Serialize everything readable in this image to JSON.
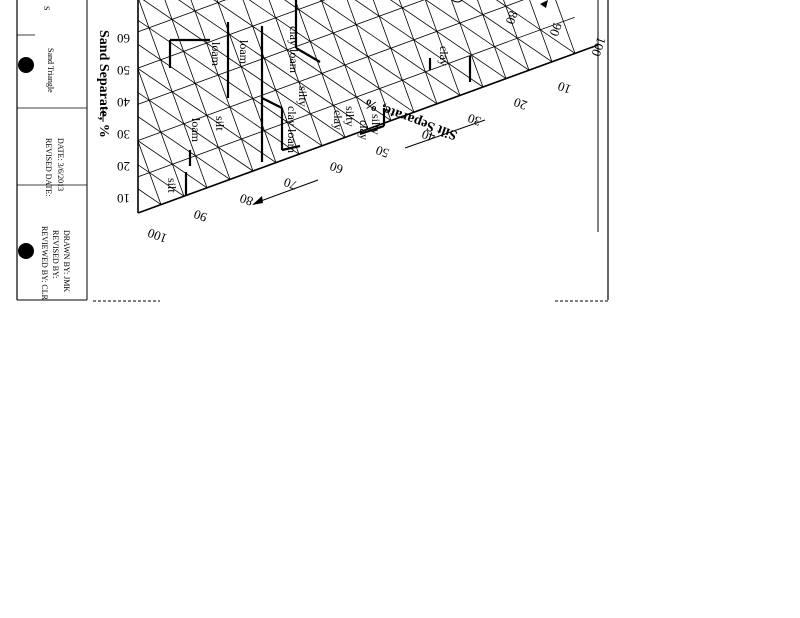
{
  "titleblock": {
    "top_fragment": "S",
    "title": "Sand Triangle",
    "date_line": "DATE: 3/6/2013",
    "revised_date_line": "REVISED DATE:",
    "drawn_by": "DRAWN BY: JMK",
    "revised_by": "REVISED BY:",
    "reviewed_by": "REVIEWED BY: CLR"
  },
  "axes": {
    "sand": {
      "label": "Sand Separate, %",
      "ticks": [
        "10",
        "20",
        "30",
        "40",
        "50",
        "60"
      ]
    },
    "silt": {
      "label": "Silt Separate, %",
      "ticks": [
        "100",
        "90",
        "80",
        "70",
        "60",
        "50",
        "40",
        "30",
        "20",
        "10"
      ]
    },
    "clay": {
      "ticks": [
        "80",
        "90",
        "100"
      ]
    }
  },
  "texture_classes": {
    "loam_upper": "loam",
    "clay_loam": "clay loam",
    "loam": "loam",
    "clay_lower": "clay",
    "silt": "silt",
    "silt_loam": "loam",
    "silty": "silty",
    "silty_clay_loam": "clay loam",
    "silty_clay_a": "silty",
    "silty_clay_b": "clay",
    "silty_clay_c": "silty",
    "silty_clay_d": "clay",
    "silt_bottom": "silt"
  }
}
